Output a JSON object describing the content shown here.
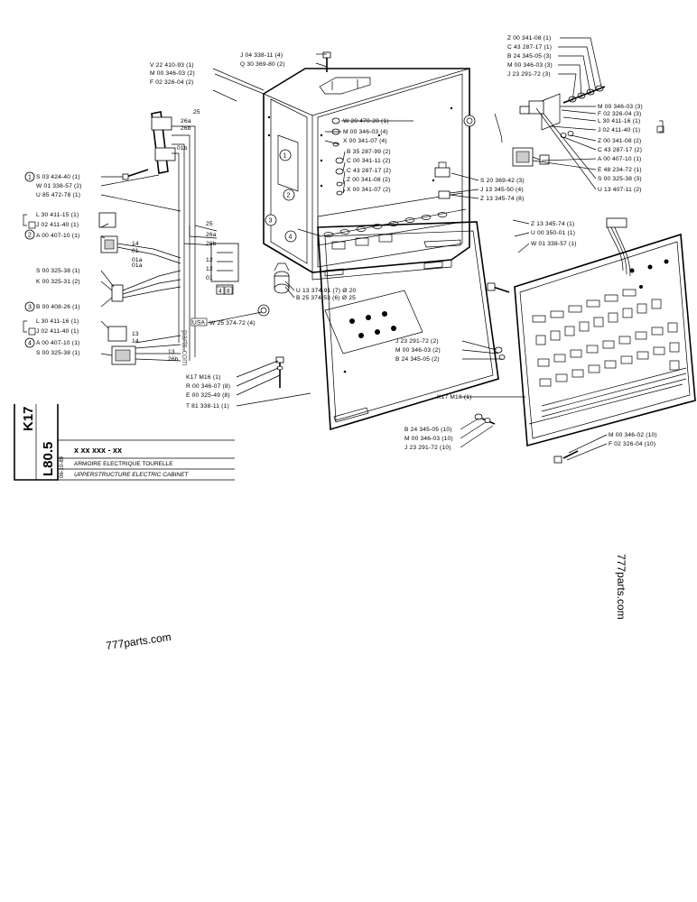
{
  "sheet": {
    "code": "K17",
    "sub_code": "L80.5",
    "date": "06-10-89",
    "part_no": "x xx xxx - xx",
    "title_fr": "ARMOIRE ELECTRIQUE TOURELLE",
    "title_en": "UPPERSTRUCTURE ELECTRIC CABINET"
  },
  "watermarks": [
    "777parts.com",
    "777parts.com",
    "parts.com"
  ],
  "callouts": [
    {
      "id": "c1",
      "text": "1"
    },
    {
      "id": "c2",
      "text": "2"
    },
    {
      "id": "c3",
      "text": "3"
    },
    {
      "id": "c4",
      "text": "4"
    }
  ],
  "labels": {
    "top_left": [
      "V 22 410-93 (1)",
      "M 00 346-03 (2)",
      "F 02 326-04 (2)"
    ],
    "top_center": [
      "J 04 338-11 (4)",
      "Q 30 369-80 (2)"
    ],
    "top_right": [
      "Z 00 341-08 (1)",
      "C 43 287-17 (1)",
      "B 24 345-05 (3)",
      "M 00 346-03 (3)",
      "J 23 291-72 (3)"
    ],
    "right_mid": [
      "M 00 346-03 (3)",
      "F 02 326-04 (3)",
      "L 30 411-16 (1)",
      "J 02 411-40 (1)",
      "Z 00 341-08 (2)",
      "C 43 287-17 (2)",
      "A 00 407-10 (1)",
      "E 48 234-72 (1)",
      "S 00 325-38 (3)",
      "U 13 407-11 (2)"
    ],
    "inner": [
      "W 20 470-20 (1)",
      "M 00 346-03 (4)",
      "X 00 341-07 (4)",
      "B 35 287-99 (2)",
      "C 00 341-11 (2)",
      "C 43 287-17 (2)",
      "Z 00 341-08 (2)",
      "X 00 341-07 (2)"
    ],
    "center_right": [
      "S 20 369-42 (3)",
      "J 13 345-50 (4)",
      "Z 13 345-74 (8)"
    ],
    "pcb_top": [
      "Z 13 345-74 (1)",
      "U 00 350-01 (1)",
      "W 01 338-57 (1)"
    ],
    "left_top": [
      "S 03 424-40 (1)",
      "W 01 338-57 (2)",
      "U 85 472-78 (1)"
    ],
    "left_mid": [
      "L 30 411-15 (1)",
      "J 02 411-40 (1)",
      "A 00 407-10 (1)",
      "S 00 325-38 (1)",
      "K 00 325-31 (2)",
      "B 00 408-26 (1)"
    ],
    "left_bottom": [
      "L 30 411-16 (1)",
      "J 02 411-40 (1)",
      "A 00 407-10 (1)",
      "S 00 325-38 (1)"
    ],
    "center_bottom": [
      "U 13 374-91 (7) Ø 20",
      "B 25 374-53 (6) Ø 25",
      "W 25 374-72 (4)"
    ],
    "bottom_left": [
      "K17 M16 (1)",
      "R 00 346-07 (8)",
      "E 00 325-49 (8)",
      "T 81 338-11 (1)"
    ],
    "pcb_mid": [
      "J 23 291-72 (2)",
      "M 00 346-03 (2)",
      "B 24 345-05 (2)"
    ],
    "pcb_bottom": [
      "K17 M16 (1)"
    ],
    "bottom": [
      "B 24 345-05 (10)",
      "M 00 346-03 (10)",
      "J 23 291-72 (10)"
    ],
    "bottom_right": [
      "M 00 346-02 (10)",
      "F 02 326-04 (10)"
    ],
    "usa": "USA",
    "wire_nums": [
      "25",
      "26a",
      "26b",
      "01b",
      "25",
      "26a",
      "26b",
      "14",
      "01",
      "12",
      "13",
      "14",
      "01",
      "12",
      "13",
      "26b",
      "01a",
      "01a"
    ],
    "relay_box": [
      "4",
      "8"
    ]
  }
}
